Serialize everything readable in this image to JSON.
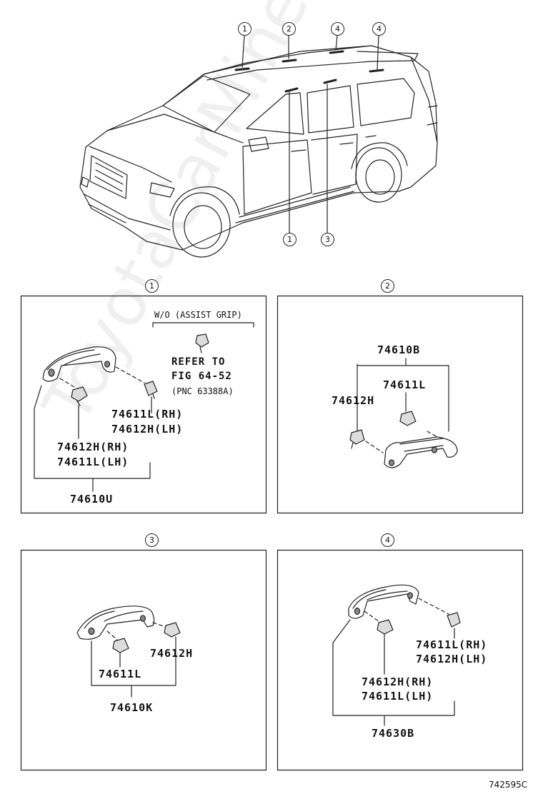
{
  "diagram_id": "742595C",
  "watermark": "ToyotaCarMine.ru",
  "vehicle": {
    "callouts_top": [
      "1",
      "2",
      "4",
      "4"
    ],
    "callouts_bottom": [
      "1",
      "3"
    ]
  },
  "panels": [
    {
      "index": "1",
      "note_header": "W/O (ASSIST GRIP)",
      "note_refer_line1": "REFER TO",
      "note_refer_line2": "FIG 64-52",
      "note_refer_line3": "(PNC 63388A)",
      "part_a_line1": "74611L(RH)",
      "part_a_line2": "74612H(LH)",
      "part_b_line1": "74612H(RH)",
      "part_b_line2": "74611L(LH)",
      "assembly": "74610U"
    },
    {
      "index": "2",
      "assembly": "74610B",
      "part_a": "74611L",
      "part_b": "74612H"
    },
    {
      "index": "3",
      "part_a": "74612H",
      "part_b": "74611L",
      "assembly": "74610K"
    },
    {
      "index": "4",
      "part_a_line1": "74611L(RH)",
      "part_a_line2": "74612H(LH)",
      "part_b_line1": "74612H(RH)",
      "part_b_line2": "74611L(LH)",
      "assembly": "74630B"
    }
  ]
}
